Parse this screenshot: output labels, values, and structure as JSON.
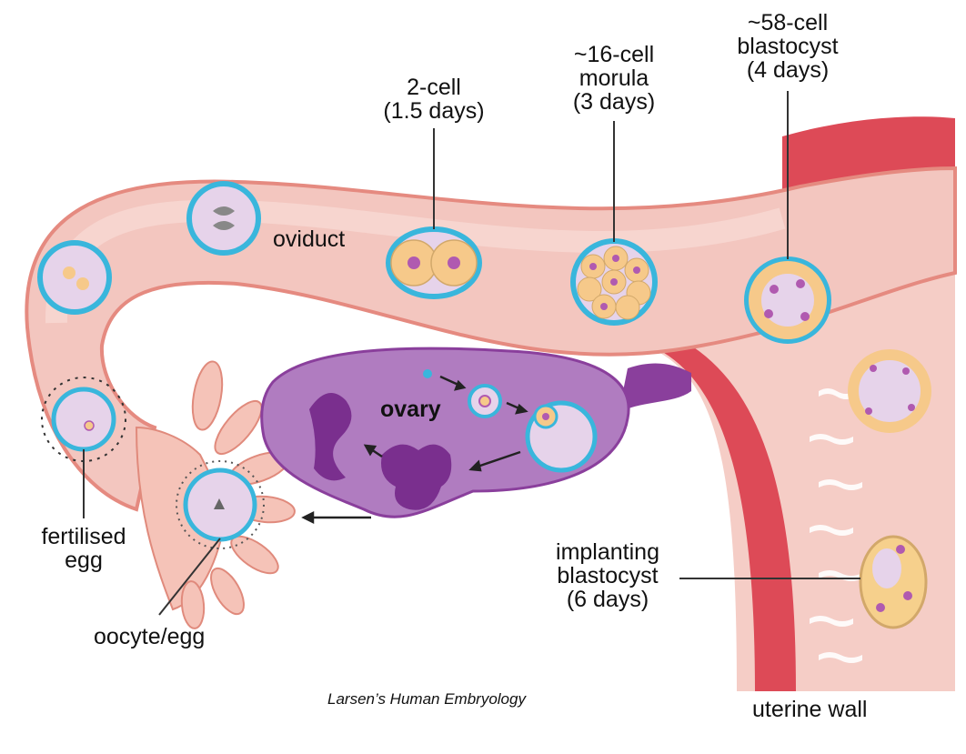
{
  "labels": {
    "two_cell": [
      "2-cell",
      "(1.5 days)"
    ],
    "morula": [
      "~16-cell",
      "morula",
      "(3 days)"
    ],
    "blastocyst": [
      "~58-cell",
      "blastocyst",
      "(4 days)"
    ],
    "oviduct": "oviduct",
    "ovary": "ovary",
    "fertilised_egg": [
      "fertilised",
      "egg"
    ],
    "oocyte": "oocyte/egg",
    "implanting": [
      "implanting",
      "blastocyst",
      "(6 days)"
    ],
    "uterine_wall": "uterine wall"
  },
  "credit": "Larsen’s Human Embryology",
  "colors": {
    "tube": "#f3c6bf",
    "tube_edge": "#e58a80",
    "muscle": "#dd4a57",
    "ovary": "#a873b8",
    "ovary_dark": "#8a3f9c",
    "zona": "#39b6dc",
    "cell": "#f6c98a",
    "nucleus": "#b05ab0",
    "fimbria": "#f5c3b8"
  }
}
